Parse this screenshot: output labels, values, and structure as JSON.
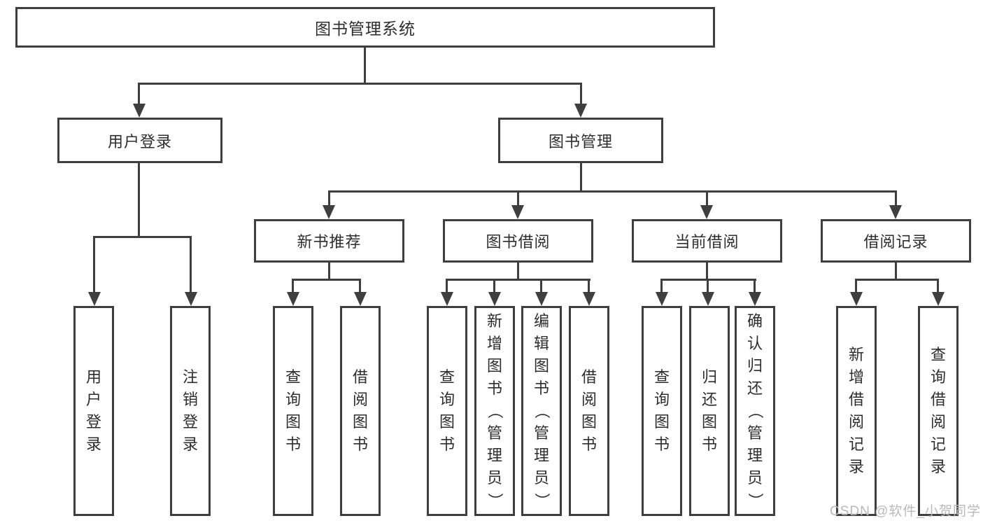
{
  "title": {
    "root_label": "图书管理系统"
  },
  "branches": {
    "user_login": {
      "label": "用户登录",
      "children": [
        {
          "label": "用户登录"
        },
        {
          "label": "注销登录"
        }
      ]
    },
    "book_mgmt": {
      "label": "图书管理",
      "children": [
        {
          "label": "新书推荐",
          "children": [
            {
              "label": "查询图书"
            },
            {
              "label": "借阅图书"
            }
          ]
        },
        {
          "label": "图书借阅",
          "children": [
            {
              "label": "查询图书"
            },
            {
              "label": "新增图书（管理员）"
            },
            {
              "label": "编辑图书（管理员）"
            },
            {
              "label": "借阅图书"
            }
          ]
        },
        {
          "label": "当前借阅",
          "children": [
            {
              "label": "查询图书"
            },
            {
              "label": "归还图书"
            },
            {
              "label": "确认归还（管理员）"
            }
          ]
        },
        {
          "label": "借阅记录",
          "children": [
            {
              "label": "新增借阅记录"
            },
            {
              "label": "查询借阅记录"
            }
          ]
        }
      ]
    }
  },
  "watermark": "CSDN @软件_小贺同学",
  "colors": {
    "line": "#3f3f3f",
    "text": "#2d2d2d",
    "watermark": "#b9b9b9"
  }
}
